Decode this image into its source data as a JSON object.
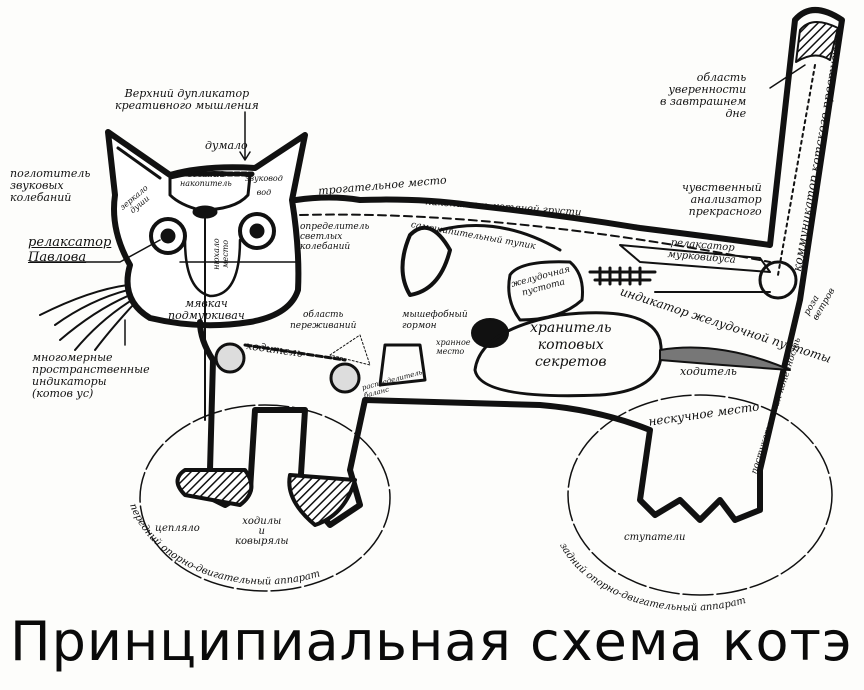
{
  "title": "Принципиальная схема котэ",
  "labels": {
    "upper_duplicator": [
      "Верхний дупликатор",
      "креативного мышления"
    ],
    "dumalo": "думало",
    "idea_store": [
      "идейный",
      "накопитель"
    ],
    "zvukovod": [
      "звуковод",
      "вод"
    ],
    "mirror_soul": [
      "зеркало",
      "души"
    ],
    "sound_absorber": [
      "поглотитель",
      "звуковых",
      "колебаний"
    ],
    "pavlov_relaxer": [
      "релаксатор",
      "Павлова"
    ],
    "whiskers": [
      "многомерные",
      "пространственные",
      "индикаторы",
      "(котов ус)"
    ],
    "nose_smell": [
      "нюхало",
      "место"
    ],
    "meow": [
      "мявкач",
      "подмуркивач"
    ],
    "touch_place": "трогательное место",
    "light_detector": [
      "определитель",
      "светлых",
      "колебаний"
    ],
    "sadness_store": "накопитель котячей грусти",
    "self_tunnel": "самошипительный тупик",
    "experience_area": [
      "область",
      "переживаний"
    ],
    "mouse_hormone": [
      "мышефобный",
      "гормон"
    ],
    "stomach_void": [
      "желудочная",
      "пустота"
    ],
    "secret_keeper": [
      "хранитель",
      "котовых",
      "секретов"
    ],
    "storage_place": [
      "хранное",
      "место"
    ],
    "distributor": [
      "распределитель",
      "баланс"
    ],
    "walker_front": "ходитель",
    "walker_back": "ходитель",
    "tomorrow_area": [
      "область",
      "уверенности",
      "в завтрашнем",
      "дне"
    ],
    "beauty_analyzer": [
      "чувственный",
      "анализатор",
      "прекрасного"
    ],
    "murr_relaxer": [
      "релаксатор",
      "мурковибуса"
    ],
    "prestige_comm": "коммуникатор котского престижа",
    "stomach_indicator": "индикатор желудочной пустоты",
    "wind_rose": [
      "роза",
      "ветров"
    ],
    "tapping_limb": "постукательная конечность",
    "fun_place": "нескучное место",
    "grabber": "цепляло",
    "walkers_diggers": [
      "ходилы",
      "и",
      "ковырялы"
    ],
    "front_apparatus": "передний опорно-двигательный аппарат",
    "rear_apparatus": "задний опорно-двигательный аппарат",
    "steppers": "ступатели"
  }
}
